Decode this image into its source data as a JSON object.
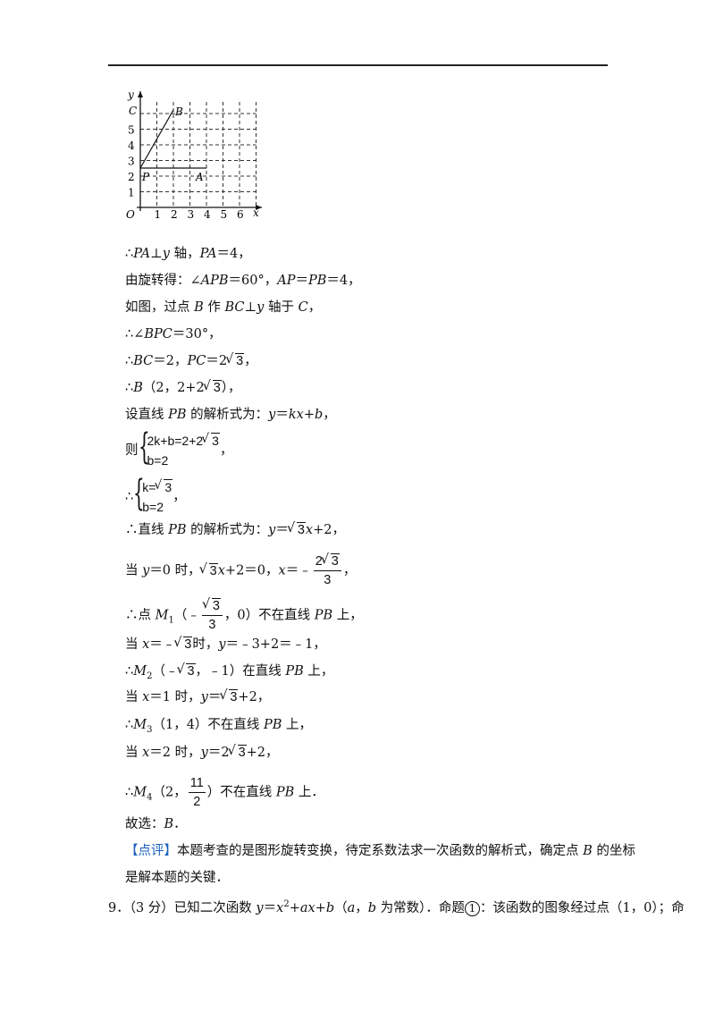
{
  "graph": {
    "axis_x": "x",
    "axis_y": "y",
    "origin": "O",
    "x_ticks": [
      "1",
      "2",
      "3",
      "4",
      "5",
      "6"
    ],
    "y_ticks": [
      "1",
      "2",
      "3",
      "4",
      "5"
    ],
    "labels": {
      "C": "C",
      "B": "B",
      "P": "P",
      "A": "A"
    }
  },
  "lines": {
    "l1_a": "∴",
    "l1_b": "PA",
    "l1_c": "⊥",
    "l1_d": "y",
    "l1_e": " 轴，",
    "l1_f": "PA",
    "l1_g": "＝4，",
    "l2_a": "由旋转得：∠",
    "l2_b": "APB",
    "l2_c": "＝60°，",
    "l2_d": "AP",
    "l2_e": "＝",
    "l2_f": "PB",
    "l2_g": "＝4，",
    "l3_a": "如图，过点 ",
    "l3_b": "B",
    "l3_c": " 作 ",
    "l3_d": "BC",
    "l3_e": "⊥",
    "l3_f": "y",
    "l3_g": " 轴于 ",
    "l3_h": "C",
    "l3_i": "，",
    "l4_a": "∴∠",
    "l4_b": "BPC",
    "l4_c": "＝30°，",
    "l5_a": "∴",
    "l5_b": "BC",
    "l5_c": "＝2，",
    "l5_d": "PC",
    "l5_e": "＝2",
    "l5_f": "3",
    "l5_g": "，",
    "l6_a": "∴",
    "l6_b": "B",
    "l6_c": "（2，2+2",
    "l6_d": "3",
    "l6_e": "），",
    "l7_a": "设直线 ",
    "l7_b": "PB",
    "l7_c": " 的解析式为：",
    "l7_d": "y",
    "l7_e": "＝",
    "l7_f": "kx",
    "l7_g": "+",
    "l7_h": "b",
    "l7_i": "，",
    "l8_a": "则",
    "l8_eq1": "2k+b=2+2",
    "l8_r": "3",
    "l8_eq2": "b=2",
    "l8_end": "，",
    "l9_a": "∴",
    "l9_eq1": "k=",
    "l9_r": "3",
    "l9_eq2": "b=2",
    "l9_end": "，",
    "l10_a": "∴直线 ",
    "l10_b": "PB",
    "l10_c": " 的解析式为：",
    "l10_d": "y",
    "l10_e": "＝",
    "l10_f": "3",
    "l10_g": "x",
    "l10_h": "+2，",
    "l11_a": "当 ",
    "l11_b": "y",
    "l11_c": "＝0 时，",
    "l11_d": "3",
    "l11_e": "x",
    "l11_f": "+2＝0，",
    "l11_g": "x",
    "l11_h": "＝﹣",
    "l11_num": "2",
    "l11_numr": "3",
    "l11_den": "3",
    "l11_end": "，",
    "l12_a": "∴点 ",
    "l12_b": "M",
    "l12_sub": "1",
    "l12_c": "（﹣",
    "l12_numr": "3",
    "l12_den": "3",
    "l12_d": "，0）不在直线 ",
    "l12_e": "PB",
    "l12_f": " 上，",
    "l13_a": "当 ",
    "l13_b": "x",
    "l13_c": "＝﹣",
    "l13_d": "3",
    "l13_e": "时，",
    "l13_f": "y",
    "l13_g": "＝﹣3+2＝﹣1，",
    "l14_a": "∴",
    "l14_b": "M",
    "l14_sub": "2",
    "l14_c": "（﹣",
    "l14_d": "3",
    "l14_e": "，﹣1）在直线 ",
    "l14_f": "PB",
    "l14_g": " 上，",
    "l15_a": "当 ",
    "l15_b": "x",
    "l15_c": "＝1 时，",
    "l15_d": "y",
    "l15_e": "＝",
    "l15_f": "3",
    "l15_g": "+2，",
    "l16_a": "∴",
    "l16_b": "M",
    "l16_sub": "3",
    "l16_c": "（1，4）不在直线 ",
    "l16_d": "PB",
    "l16_e": " 上，",
    "l17_a": "当 ",
    "l17_b": "x",
    "l17_c": "＝2 时，",
    "l17_d": "y",
    "l17_e": "＝2",
    "l17_f": "3",
    "l17_g": "+2，",
    "l18_a": "∴",
    "l18_b": "M",
    "l18_sub": "4",
    "l18_c": "（2，",
    "l18_num": "11",
    "l18_den": "2",
    "l18_d": "）不在直线 ",
    "l18_e": "PB",
    "l18_f": " 上．",
    "l19_a": "故选：",
    "l19_b": "B",
    "l19_c": "．",
    "l20_tag": "【点评】",
    "l20_a": "本题考查的是图形旋转变换，待定系数法求一次函数的解析式，确定点 ",
    "l20_b": "B",
    "l20_c": " 的坐标",
    "l21_a": "是解本题的关键．",
    "l22_a": "9．（3 分）已知二次函数 ",
    "l22_b": "y",
    "l22_c": "＝",
    "l22_d": "x",
    "l22_sup": "2",
    "l22_e": "+",
    "l22_f": "ax",
    "l22_g": "+",
    "l22_h": "b",
    "l22_i": "（",
    "l22_j": "a",
    "l22_k": "，",
    "l22_l": "b",
    "l22_m": " 为常数）．命题",
    "l22_circ": "1",
    "l22_n": "：该函数的图象经过点（1，0）；命"
  }
}
